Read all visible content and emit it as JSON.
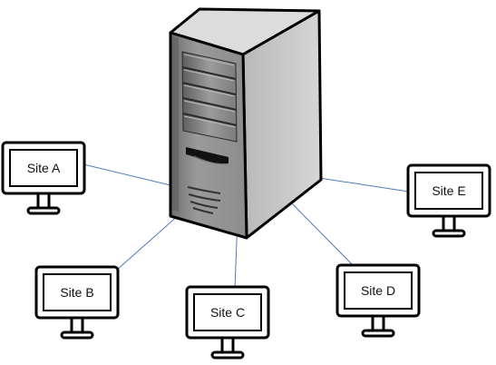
{
  "server": {
    "icon": "server-tower-icon"
  },
  "sites": [
    {
      "id": "site-a",
      "label": "Site A",
      "icon": "monitor-icon"
    },
    {
      "id": "site-b",
      "label": "Site B",
      "icon": "monitor-icon"
    },
    {
      "id": "site-c",
      "label": "Site C",
      "icon": "monitor-icon"
    },
    {
      "id": "site-d",
      "label": "Site D",
      "icon": "monitor-icon"
    },
    {
      "id": "site-e",
      "label": "Site E",
      "icon": "monitor-icon"
    }
  ],
  "colors": {
    "connection_line": "#4f7bbd",
    "monitor_frame": "#000000",
    "monitor_screen": "#ffffff",
    "server_front": "#8a8a8a",
    "server_side": "#c8c8c8",
    "server_top": "#d8d8d8"
  }
}
